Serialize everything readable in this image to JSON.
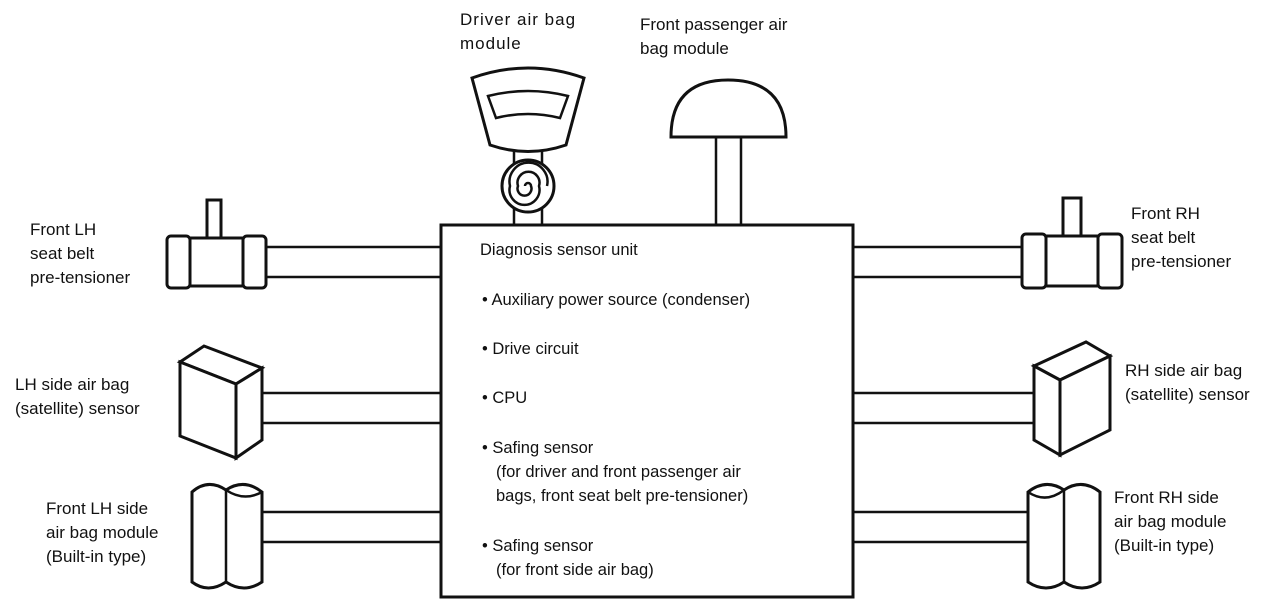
{
  "components": {
    "driver_airbag": {
      "lines": [
        "Driver air bag",
        "module"
      ],
      "icon": "steering-wheel-airbag"
    },
    "passenger_airbag": {
      "lines": [
        "Front passenger air",
        "bag module"
      ],
      "icon": "dome-airbag"
    },
    "lh_pretensioner": {
      "lines": [
        "Front LH",
        "seat belt",
        "pre-tensioner"
      ],
      "icon": "pretensioner"
    },
    "rh_pretensioner": {
      "lines": [
        "Front RH",
        "seat belt",
        "pre-tensioner"
      ],
      "icon": "pretensioner"
    },
    "lh_side_sensor": {
      "lines": [
        "LH side air bag",
        "(satellite) sensor"
      ],
      "icon": "satellite-sensor-box"
    },
    "rh_side_sensor": {
      "lines": [
        "RH side air bag",
        "(satellite) sensor"
      ],
      "icon": "satellite-sensor-box"
    },
    "lh_side_airbag": {
      "lines": [
        "Front LH side",
        "air bag module",
        "(Built-in type)"
      ],
      "icon": "side-airbag-roll"
    },
    "rh_side_airbag": {
      "lines": [
        "Front RH side",
        "air bag module",
        "(Built-in type)"
      ],
      "icon": "side-airbag-roll"
    }
  },
  "sensor_unit": {
    "title": "Diagnosis sensor unit",
    "items": [
      {
        "lines": [
          "• Auxiliary power source (condenser)"
        ]
      },
      {
        "lines": [
          "• Drive circuit"
        ]
      },
      {
        "lines": [
          "• CPU"
        ]
      },
      {
        "lines": [
          "• Safing sensor",
          "(for driver and front passenger air",
          "bags, front seat belt pre-tensioner)"
        ]
      },
      {
        "lines": [
          "• Safing sensor",
          "(for front side air bag)"
        ]
      }
    ]
  }
}
